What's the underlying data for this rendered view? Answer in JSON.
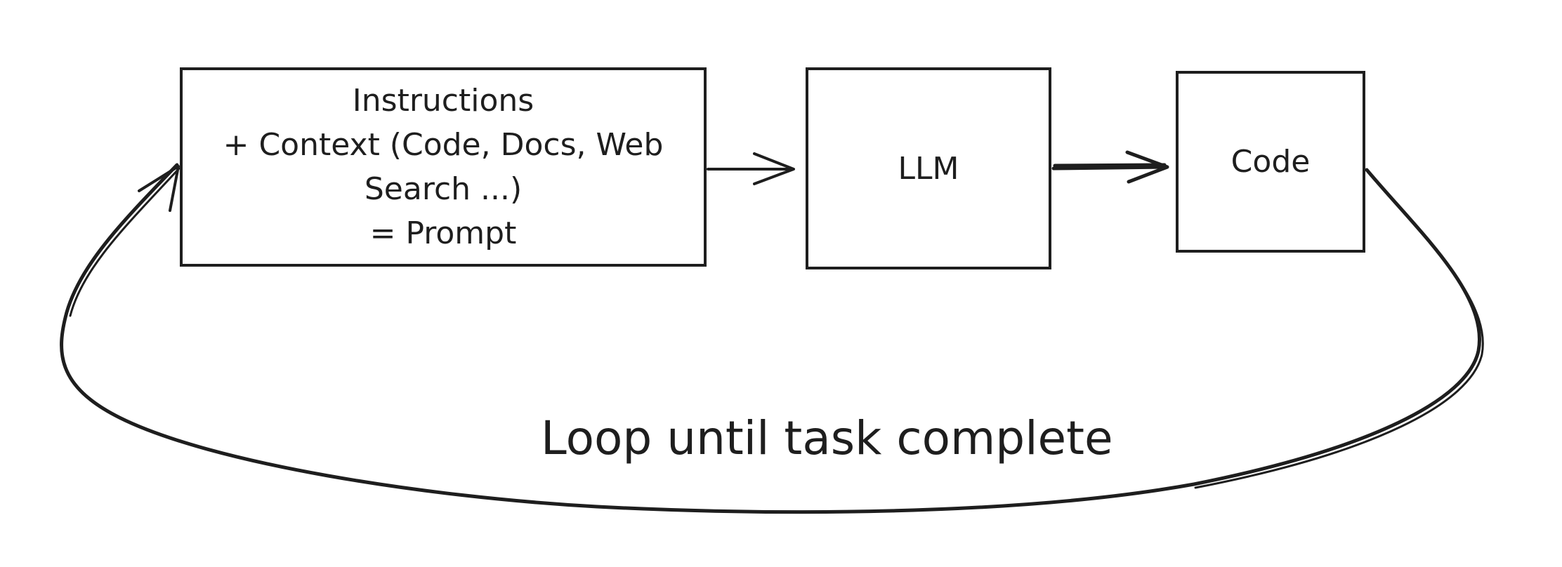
{
  "colors": {
    "stroke": "#1e1e1e",
    "background": "#ffffff"
  },
  "nodes": {
    "prompt": {
      "lines": [
        "Instructions",
        "+ Context (Code, Docs, Web",
        "Search ...)",
        "= Prompt"
      ]
    },
    "llm": {
      "label": "LLM"
    },
    "code": {
      "label": "Code"
    }
  },
  "edges": {
    "prompt_to_llm": {
      "from": "prompt",
      "to": "llm"
    },
    "llm_to_code": {
      "from": "llm",
      "to": "code"
    },
    "code_to_prompt": {
      "from": "code",
      "to": "prompt"
    }
  },
  "loop": {
    "label": "Loop until task complete"
  }
}
